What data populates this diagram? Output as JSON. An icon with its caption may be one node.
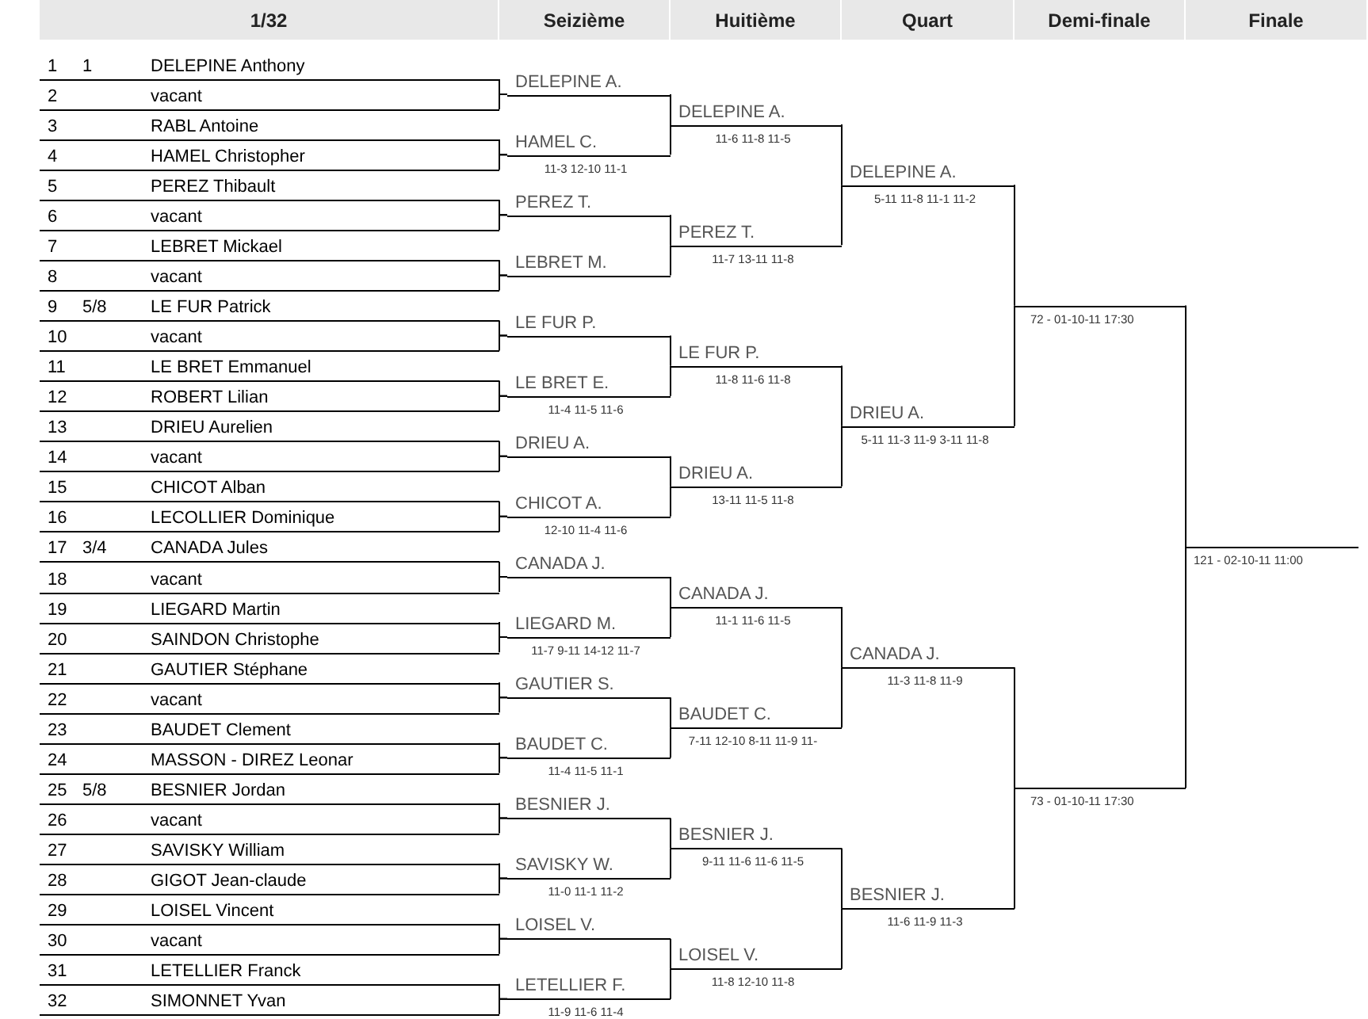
{
  "diagram": {
    "nodes": [
      {
        "text": [
          "1",
          "1",
          "DELEPINE Anthony"
        ]
      },
      {
        "text": [
          "2",
          "vacant"
        ]
      },
      {
        "text": [
          "3",
          "RABL Antoine"
        ]
      },
      {
        "text": [
          "4",
          "HAMEL Christopher"
        ]
      },
      {
        "text": [
          "5",
          "PEREZ Thibault"
        ]
      },
      {
        "text": [
          "6",
          "vacant"
        ]
      },
      {
        "text": [
          "7",
          "LEBRET Mickael"
        ]
      },
      {
        "text": [
          "8",
          "vacant"
        ]
      },
      {
        "text": [
          "9",
          "5/8",
          "LE FUR Patrick"
        ]
      },
      {
        "text": [
          "10",
          "vacant"
        ]
      },
      {
        "text": [
          "11",
          "LE BRET Emmanuel"
        ]
      },
      {
        "text": [
          "12",
          "ROBERT Lilian"
        ]
      },
      {
        "text": [
          "13",
          "DRIEU Aurelien"
        ]
      },
      {
        "text": [
          "14",
          "vacant"
        ]
      },
      {
        "text": [
          "15",
          "CHICOT Alban"
        ]
      },
      {
        "text": [
          "16",
          "LECOLLIER Dominique"
        ]
      },
      {
        "text": [
          "17",
          "3/4",
          "CANADA Jules"
        ]
      },
      {
        "text": [
          "18",
          "vacant"
        ]
      },
      {
        "text": [
          "19",
          "LIEGARD Martin"
        ]
      },
      {
        "text": [
          "20",
          "SAINDON Christophe"
        ]
      },
      {
        "text": [
          "21",
          "GAUTIER Stéphane"
        ]
      },
      {
        "text": [
          "22",
          "vacant"
        ]
      },
      {
        "text": [
          "23",
          "BAUDET Clement"
        ]
      },
      {
        "text": [
          "24",
          "MASSON - DIREZ Leonar"
        ]
      },
      {
        "text": [
          "25",
          "5/8",
          "BESNIER Jordan"
        ]
      },
      {
        "text": [
          "26",
          "vacant"
        ]
      },
      {
        "text": [
          "27",
          "SAVISKY William"
        ]
      },
      {
        "text": [
          "28",
          "GIGOT Jean-claude"
        ]
      },
      {
        "text": [
          "29",
          "LOISEL Vincent"
        ]
      },
      {
        "text": [
          "30",
          "vacant"
        ]
      },
      {
        "text": [
          "31",
          "LETELLIER Franck"
        ]
      },
      {
        "text": [
          "32",
          "SIMONNET Yvan"
        ]
      },
      {
        "text": [
          "DELEPINE A."
        ]
      },
      {
        "text": [
          "HAMEL C."
        ],
        "beside": [
          "11-3 12-10 11-1"
        ]
      },
      {
        "text": [
          "PEREZ T."
        ]
      },
      {
        "text": [
          "LEBRET M."
        ]
      },
      {
        "text": [
          "LE FUR P."
        ]
      },
      {
        "text": [
          "LE BRET E."
        ],
        "beside": [
          "11-4 11-5 11-6"
        ]
      },
      {
        "text": [
          "DRIEU A."
        ]
      },
      {
        "text": [
          "CHICOT A."
        ],
        "beside": [
          "12-10 11-4 11-6"
        ]
      },
      {
        "text": [
          "CANADA J."
        ]
      },
      {
        "text": [
          "LIEGARD M."
        ],
        "beside": [
          "11-7 9-11 14-12 11-7"
        ]
      },
      {
        "text": [
          "GAUTIER S."
        ]
      },
      {
        "text": [
          "BAUDET C."
        ],
        "beside": [
          "11-4 11-5 11-1"
        ]
      },
      {
        "text": [
          "BESNIER J."
        ]
      },
      {
        "text": [
          "SAVISKY W."
        ],
        "beside": [
          "11-0 11-1 11-2"
        ]
      },
      {
        "text": [
          "LOISEL V."
        ]
      },
      {
        "text": [
          "LETELLIER F."
        ],
        "beside": [
          "11-9 11-6 11-4"
        ]
      },
      {
        "text": [
          "DELEPINE A."
        ],
        "beside": [
          "11-6 11-8 11-5"
        ]
      },
      {
        "text": [
          "PEREZ T."
        ],
        "beside": [
          "11-7 13-11 11-8"
        ]
      },
      {
        "text": [
          "LE FUR P."
        ],
        "beside": [
          "11-8 11-6 11-8"
        ]
      },
      {
        "text": [
          "DRIEU A."
        ],
        "beside": [
          "13-11 11-5 11-8"
        ]
      },
      {
        "text": [
          "CANADA J."
        ],
        "beside": [
          "11-1 11-6 11-5"
        ]
      },
      {
        "text": [
          "BAUDET C."
        ],
        "beside": [
          "7-11 12-10 8-11 11-9 11-"
        ]
      },
      {
        "text": [
          "BESNIER J."
        ],
        "beside": [
          "9-11 11-6 11-6 11-5"
        ]
      },
      {
        "text": [
          "LOISEL V."
        ],
        "beside": [
          "11-8 12-10 11-8"
        ]
      },
      {
        "text": [
          "DELEPINE A."
        ],
        "beside": [
          "5-11 11-8 11-1 11-2"
        ]
      },
      {
        "text": [
          "DRIEU A."
        ],
        "beside": [
          "5-11 11-3 11-9 3-11 11-8"
        ]
      },
      {
        "text": [
          "CANADA J."
        ],
        "beside": [
          "11-3 11-8 11-9"
        ]
      },
      {
        "text": [
          "BESNIER J."
        ],
        "beside": [
          "11-6 11-9 11-3"
        ]
      },
      {
        "text": [],
        "shape": "bar",
        "beside": [
          "72 - 01-10-11 17:30"
        ]
      },
      {
        "text": [],
        "shape": "bar",
        "beside": [
          "73 - 01-10-11 17:30"
        ]
      },
      {
        "text": [],
        "shape": "bar",
        "beside": [
          "121 - 02-10-11 11:00"
        ]
      }
    ],
    "edges": [
      {
        "from": 0,
        "to": 32,
        "arrow": "none"
      },
      {
        "from": 1,
        "to": 32,
        "arrow": "none"
      },
      {
        "from": 2,
        "to": 33,
        "arrow": "none"
      },
      {
        "from": 3,
        "to": 33,
        "arrow": "none"
      },
      {
        "from": 4,
        "to": 34,
        "arrow": "none"
      },
      {
        "from": 5,
        "to": 34,
        "arrow": "none"
      },
      {
        "from": 6,
        "to": 35,
        "arrow": "none"
      },
      {
        "from": 7,
        "to": 35,
        "arrow": "none"
      },
      {
        "from": 8,
        "to": 36,
        "arrow": "none"
      },
      {
        "from": 9,
        "to": 36,
        "arrow": "none"
      },
      {
        "from": 10,
        "to": 37,
        "arrow": "none"
      },
      {
        "from": 11,
        "to": 37,
        "arrow": "none"
      },
      {
        "from": 12,
        "to": 38,
        "arrow": "none"
      },
      {
        "from": 13,
        "to": 38,
        "arrow": "none"
      },
      {
        "from": 14,
        "to": 39,
        "arrow": "none"
      },
      {
        "from": 15,
        "to": 39,
        "arrow": "none"
      },
      {
        "from": 16,
        "to": 40,
        "arrow": "none"
      },
      {
        "from": 17,
        "to": 40,
        "arrow": "none"
      },
      {
        "from": 18,
        "to": 41,
        "arrow": "none"
      },
      {
        "from": 19,
        "to": 41,
        "arrow": "none"
      },
      {
        "from": 20,
        "to": 42,
        "arrow": "none"
      },
      {
        "from": 21,
        "to": 42,
        "arrow": "none"
      },
      {
        "from": 22,
        "to": 43,
        "arrow": "none"
      },
      {
        "from": 23,
        "to": 43,
        "arrow": "none"
      },
      {
        "from": 24,
        "to": 44,
        "arrow": "none"
      },
      {
        "from": 25,
        "to": 44,
        "arrow": "none"
      },
      {
        "from": 26,
        "to": 45,
        "arrow": "none"
      },
      {
        "from": 27,
        "to": 45,
        "arrow": "none"
      },
      {
        "from": 28,
        "to": 46,
        "arrow": "none"
      },
      {
        "from": 29,
        "to": 46,
        "arrow": "none"
      },
      {
        "from": 30,
        "to": 47,
        "arrow": "none"
      },
      {
        "from": 31,
        "to": 47,
        "arrow": "none"
      },
      {
        "from": 32,
        "to": 48,
        "arrow": "none"
      },
      {
        "from": 33,
        "to": 48,
        "arrow": "none"
      },
      {
        "from": 34,
        "to": 49,
        "arrow": "none"
      },
      {
        "from": 35,
        "to": 49,
        "arrow": "none"
      },
      {
        "from": 36,
        "to": 50,
        "arrow": "none"
      },
      {
        "from": 37,
        "to": 50,
        "arrow": "none"
      },
      {
        "from": 38,
        "to": 51,
        "arrow": "none"
      },
      {
        "from": 39,
        "to": 51,
        "arrow": "none"
      },
      {
        "from": 40,
        "to": 52,
        "arrow": "none"
      },
      {
        "from": 41,
        "to": 52,
        "arrow": "none"
      },
      {
        "from": 42,
        "to": 53,
        "arrow": "none"
      },
      {
        "from": 43,
        "to": 53,
        "arrow": "none"
      },
      {
        "from": 44,
        "to": 54,
        "arrow": "none"
      },
      {
        "from": 45,
        "to": 54,
        "arrow": "none"
      },
      {
        "from": 46,
        "to": 55,
        "arrow": "none"
      },
      {
        "from": 47,
        "to": 55,
        "arrow": "none"
      },
      {
        "from": 48,
        "to": 56,
        "arrow": "none"
      },
      {
        "from": 49,
        "to": 56,
        "arrow": "none"
      },
      {
        "from": 50,
        "to": 57,
        "arrow": "none"
      },
      {
        "from": 51,
        "to": 57,
        "arrow": "none"
      },
      {
        "from": 52,
        "to": 58,
        "arrow": "none"
      },
      {
        "from": 53,
        "to": 58,
        "arrow": "none"
      },
      {
        "from": 54,
        "to": 59,
        "arrow": "none"
      },
      {
        "from": 55,
        "to": 59,
        "arrow": "none"
      },
      {
        "from": 56,
        "to": 60,
        "arrow": "none"
      },
      {
        "from": 57,
        "to": 60,
        "arrow": "none"
      },
      {
        "from": 58,
        "to": 61,
        "arrow": "none"
      },
      {
        "from": 59,
        "to": 61,
        "arrow": "none"
      },
      {
        "from": 60,
        "to": 62,
        "arrow": "none"
      },
      {
        "from": 61,
        "to": 62,
        "arrow": "none"
      }
    ],
    "labels": [
      "1/32",
      "Seizième",
      "Huitième",
      "Quart",
      "Demi-finale",
      "Finale"
    ]
  }
}
